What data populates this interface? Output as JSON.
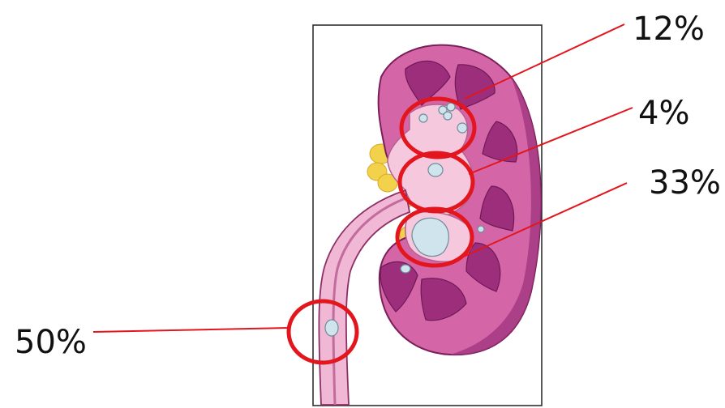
{
  "labels": {
    "calyx_top": "12%",
    "calyx_upper": "4%",
    "pelvis": "33%",
    "ureter": "50%"
  },
  "colors": {
    "callout_red": "#e3151d",
    "cortex_pink": "#d65aa2",
    "medulla_purple": "#9a2f78",
    "pelvis_light": "#f7d0e3",
    "fat_yellow": "#f0cf3c",
    "stone_blue": "#cfe3ea"
  }
}
